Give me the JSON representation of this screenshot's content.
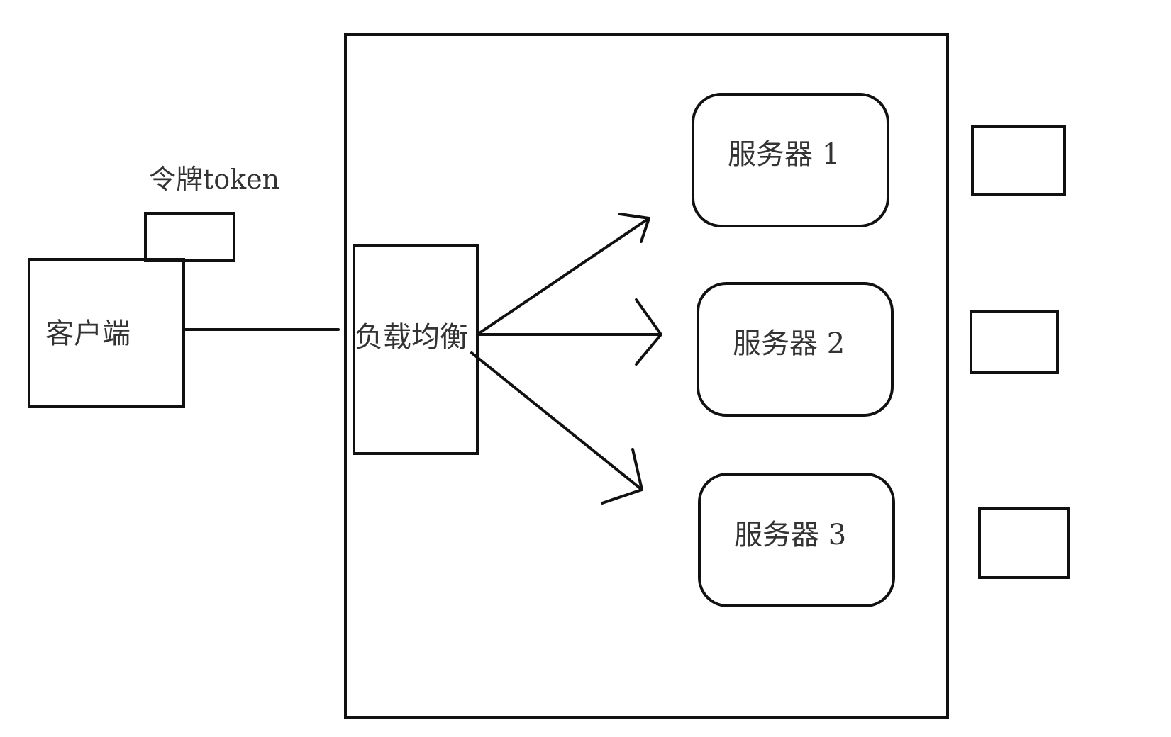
{
  "nodes": {
    "token_label": "令牌token",
    "client": "客户端",
    "load_balancer": "负载均衡",
    "servers": [
      "服务器 1",
      "服务器 2",
      "服务器 3"
    ]
  },
  "colors": {
    "stroke": "#111111",
    "text": "#333333",
    "background": "#ffffff"
  }
}
